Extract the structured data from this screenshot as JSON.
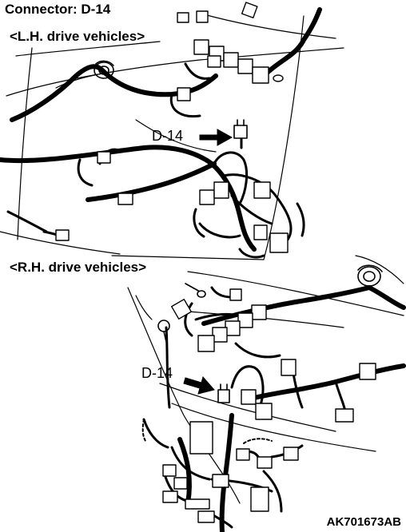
{
  "title": "Connector: D-14",
  "sections": {
    "lh": "<L.H. drive vehicles>",
    "rh": "<R.H. drive vehicles>"
  },
  "callouts": {
    "lh": "D-14",
    "rh": "D-14"
  },
  "figure_code": "AK701673AB"
}
